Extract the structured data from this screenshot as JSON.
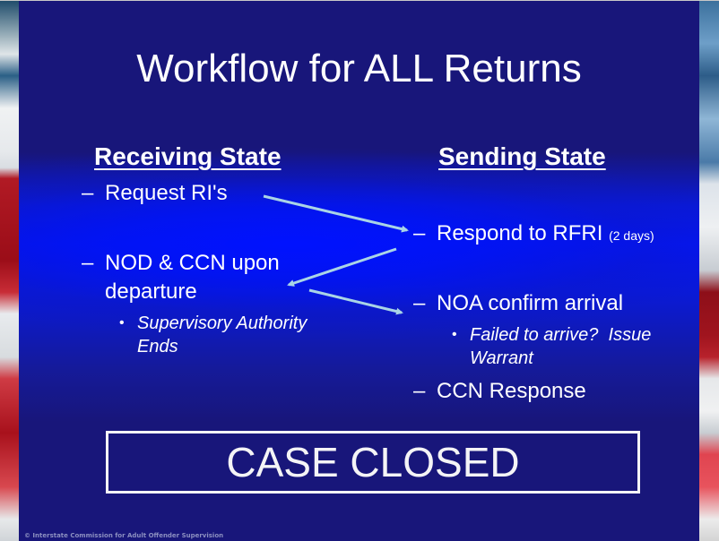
{
  "slide": {
    "title": "Workflow for ALL Returns",
    "footer": "© Interstate Commission for Adult Offender Supervision",
    "colors": {
      "background": "#18167a",
      "highlight": "#0416f4",
      "text": "#ffffff",
      "arrow": "#a9d4e6"
    }
  },
  "receiving": {
    "heading": "Receiving State",
    "items": [
      {
        "dash": "–",
        "text": "Request RI's"
      },
      {
        "dash": "–",
        "text_line1": "NOD & CCN upon",
        "text_line2": "departure",
        "sub": {
          "bullet": "•",
          "line1": "Supervisory Authority",
          "line2": "Ends"
        }
      }
    ]
  },
  "sending": {
    "heading": "Sending State",
    "items": [
      {
        "dash": "–",
        "text": "Respond to RFRI",
        "note": "(2 days)"
      },
      {
        "dash": "–",
        "text": "NOA confirm arrival",
        "sub": {
          "bullet": "•",
          "line1": "Failed to arrive?  Issue",
          "line2": "Warrant"
        }
      },
      {
        "dash": "–",
        "text": "CCN Response"
      }
    ]
  },
  "arrows": [
    {
      "from": "Request RI's",
      "to": "Respond to RFRI"
    },
    {
      "from": "Respond to RFRI",
      "to": "NOD & CCN upon departure"
    },
    {
      "from": "NOD & CCN upon departure",
      "to": "NOA confirm arrival"
    }
  ],
  "case_box": {
    "label": "CASE CLOSED"
  }
}
